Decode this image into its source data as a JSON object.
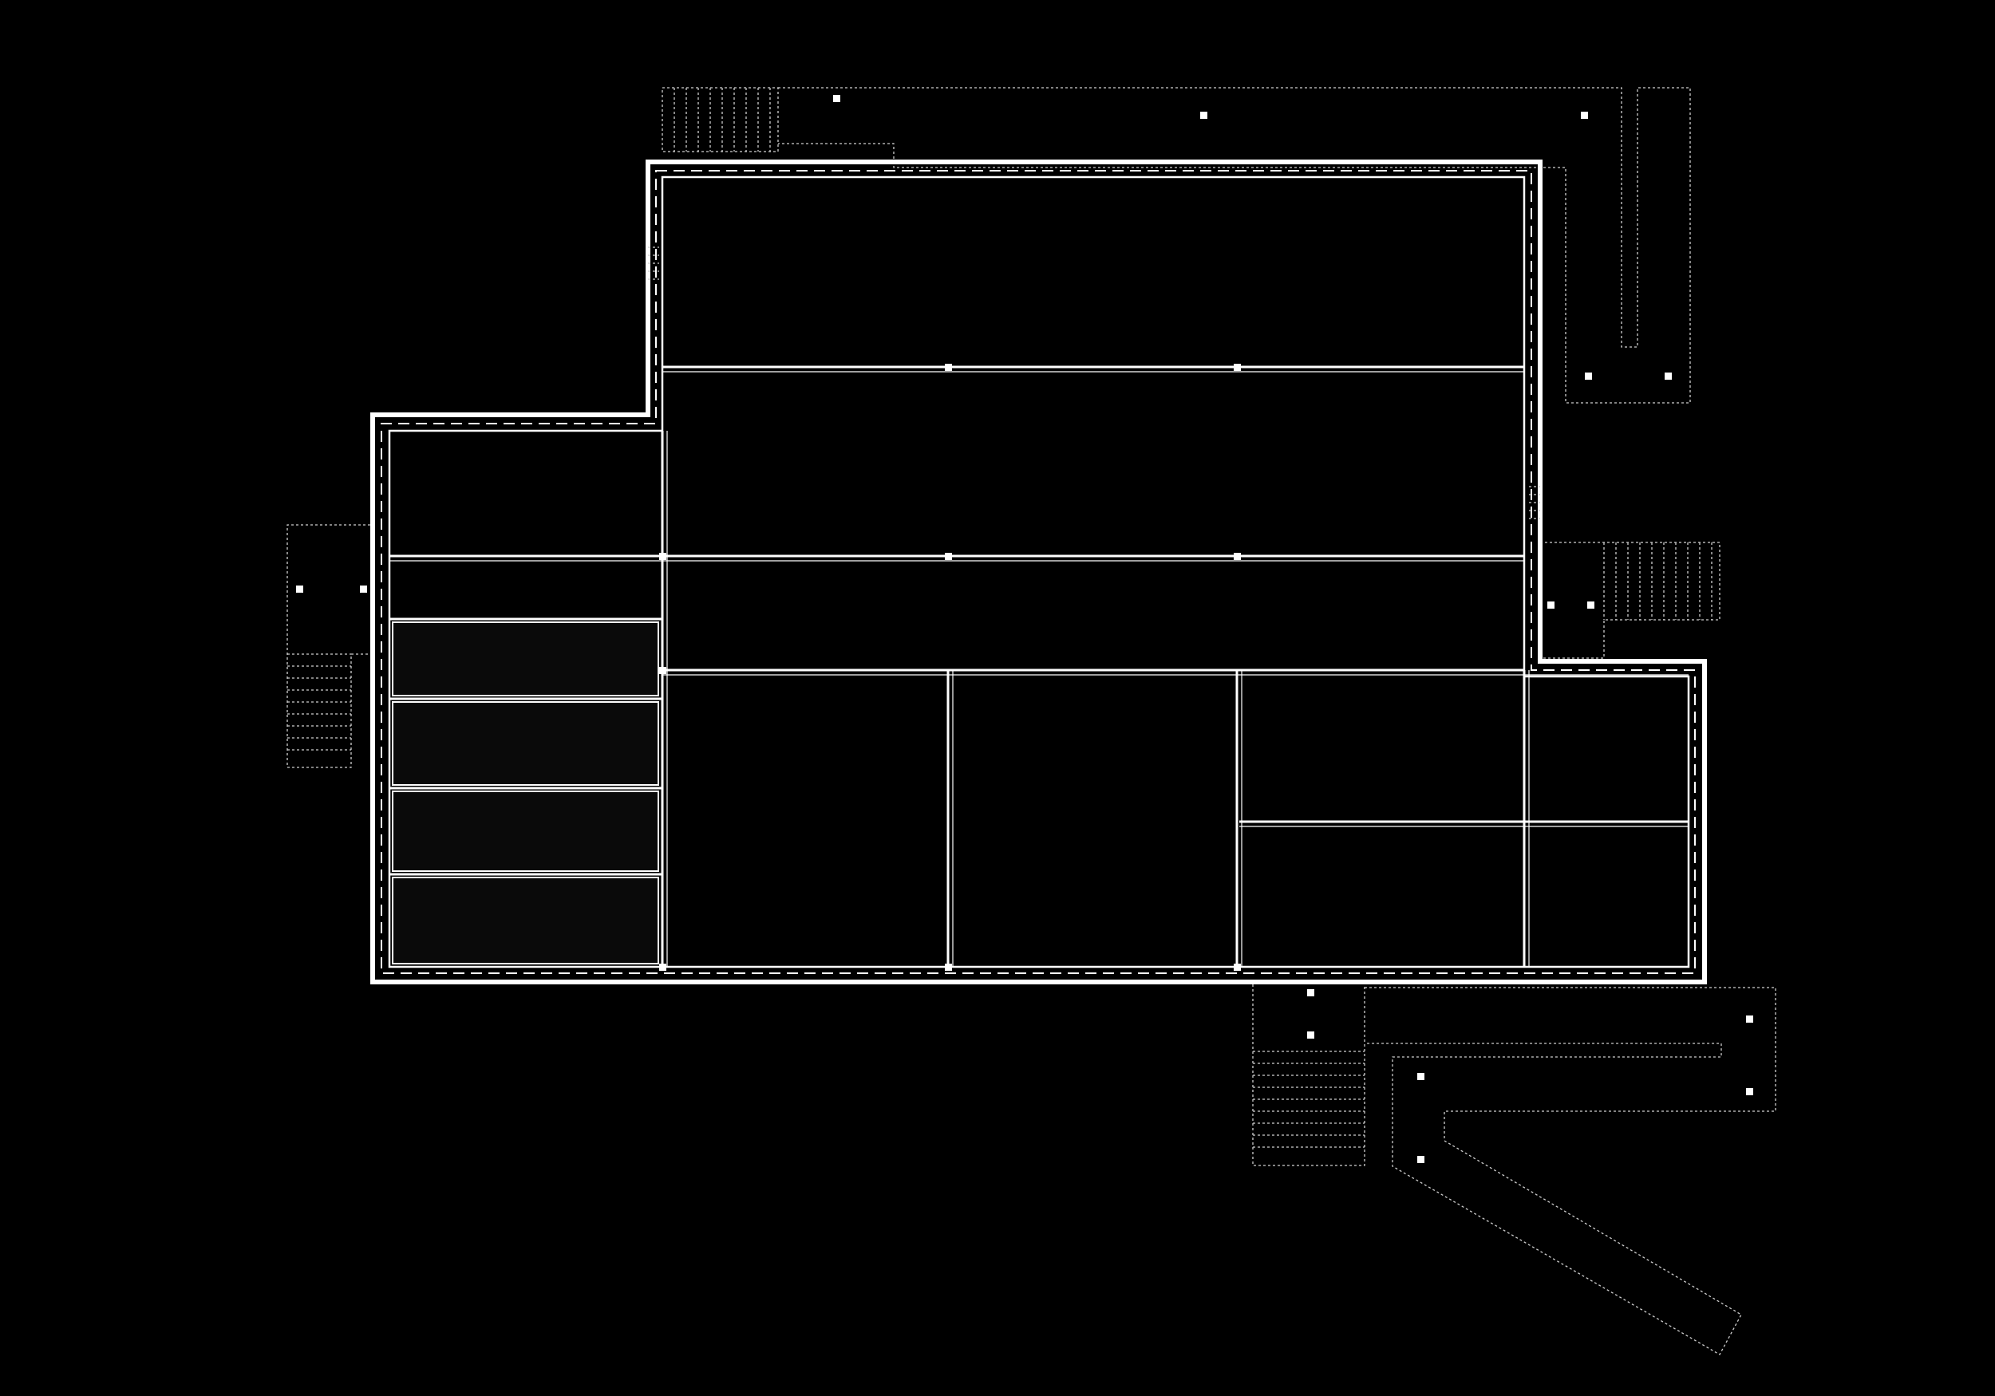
{
  "colors": {
    "background": "#000000",
    "line": "#ffffff",
    "hatch": "#cfcfcf"
  },
  "icons": {
    "posts": "square-post-marker",
    "stairs": "stair-tread-lines",
    "gravel": "speckled-fill-texture"
  }
}
